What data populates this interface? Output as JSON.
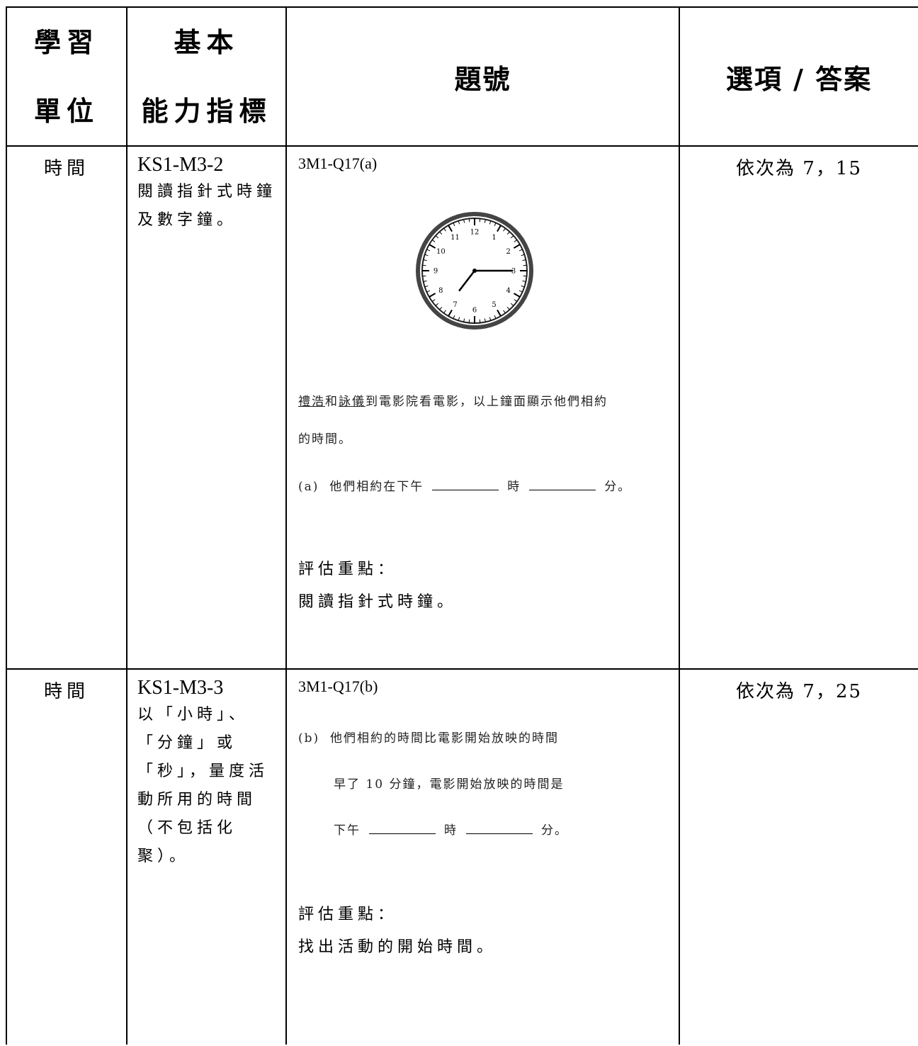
{
  "header": {
    "unit_line1": "學習",
    "unit_line2": "單位",
    "ind_line1": "基本",
    "ind_line2": "能力指標",
    "question_col": "題號",
    "answer_col": "選項 / 答案"
  },
  "rows": [
    {
      "unit": "時間",
      "indicator_code": "KS1-M3-2",
      "indicator_text": "閱讀指針式時鐘及數字鐘。",
      "question_id": "3M1-Q17(a)",
      "clock": {
        "numbers": [
          "12",
          "1",
          "2",
          "3",
          "4",
          "5",
          "6",
          "7",
          "8",
          "9",
          "10",
          "11"
        ],
        "time_shown": "7:15"
      },
      "passage": {
        "name1": "禮浩",
        "and": "和",
        "name2": "詠儀",
        "rest_line1": "到電影院看電影，以上鐘面顯示他們相約",
        "line2": "的時間。"
      },
      "part": {
        "label": "(a)",
        "text1": "他們相約在下午",
        "text2": "時",
        "text3": "分。"
      },
      "focus_heading": "評估重點：",
      "focus_text": "閱讀指針式時鐘。",
      "answer": "依次為 7，15"
    },
    {
      "unit": "時間",
      "indicator_code": "KS1-M3-3",
      "indicator_text": "以「小時」、「分鐘」或「秒」，量度活動所用的時間（不包括化聚）。",
      "question_id": "3M1-Q17(b)",
      "part": {
        "label": "(b)",
        "line1": "他們相約的時間比電影開始放映的時間",
        "line2": "早了 10 分鐘，電影開始放映的時間是",
        "line3a": "下午",
        "line3b": "時",
        "line3c": "分。"
      },
      "focus_heading": "評估重點：",
      "focus_text": "找出活動的開始時間。",
      "answer": "依次為 7，25"
    }
  ]
}
